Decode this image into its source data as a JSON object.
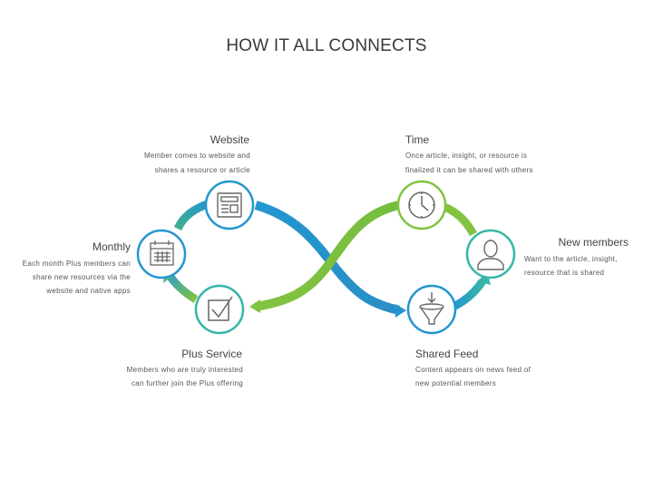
{
  "title": "HOW IT ALL CONNECTS",
  "colors": {
    "blue": "#2396cf",
    "green": "#82c341",
    "teal": "#35b6a8",
    "icon": "#666666"
  },
  "nodes": [
    {
      "id": "website",
      "label": "Website",
      "desc1": "Member comes to website and",
      "desc2": "shares a resource or article",
      "icon": "newspaper-icon",
      "ring": "#2396cf"
    },
    {
      "id": "time",
      "label": "Time",
      "desc1": "Once article, insight, or resource is",
      "desc2": "finalized it can be shared with others",
      "icon": "clock-icon",
      "ring": "#82c341"
    },
    {
      "id": "monthly",
      "label": "Monthly",
      "desc1": "Each month Plus members can",
      "desc2": "share new resources via the",
      "desc3": "website and native apps",
      "icon": "calendar-icon",
      "ring": "#2396cf"
    },
    {
      "id": "new-members",
      "label": "New members",
      "desc1": "Want to the article, insight,",
      "desc2": "resource that is shared",
      "icon": "person-icon",
      "ring": "#35b6a8"
    },
    {
      "id": "plus-service",
      "label": "Plus Service",
      "desc1": "Members who are truly interested",
      "desc2": "can further join the Plus offering",
      "icon": "checkbox-icon",
      "ring": "#35b6a8"
    },
    {
      "id": "shared-feed",
      "label": "Shared Feed",
      "desc1": "Content appears on news feed of",
      "desc2": "new potential members",
      "icon": "funnel-icon",
      "ring": "#2396cf"
    }
  ]
}
